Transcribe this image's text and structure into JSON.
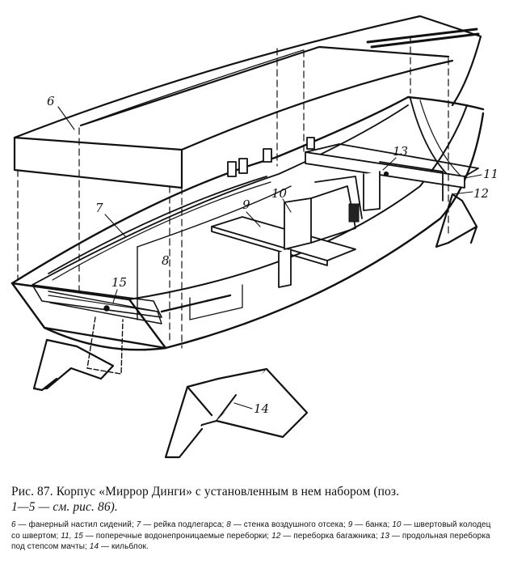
{
  "figure": {
    "callouts": {
      "c6": "6",
      "c7": "7",
      "c8": "8",
      "c9": "9",
      "c10": "10",
      "c11": "11",
      "c12": "12",
      "c13": "13",
      "c14": "14",
      "c15": "15"
    }
  },
  "caption": {
    "title_line1": "Рис. 87. Корпус «Миррор Динги» с установленным в нем набором (поз.",
    "title_line2": "1—5 — см. рис. 86).",
    "legend": [
      {
        "num": "6",
        "text": " — фанерный настил сидений; "
      },
      {
        "num": "7",
        "text": " — рейка подлегарса; "
      },
      {
        "num": "8",
        "text": " — стенка воздушного отсека; "
      },
      {
        "num": "9",
        "text": " — банка; "
      },
      {
        "num": "10",
        "text": " — швертовый колодец со швертом; "
      },
      {
        "num": "11, 15",
        "text": " — поперечные водонепроницаемые переборки; "
      },
      {
        "num": "12",
        "text": " — переборка багажника; "
      },
      {
        "num": "13",
        "text": " — продольная переборка под степсом мачты; "
      },
      {
        "num": "14",
        "text": " — кильблок."
      }
    ]
  }
}
